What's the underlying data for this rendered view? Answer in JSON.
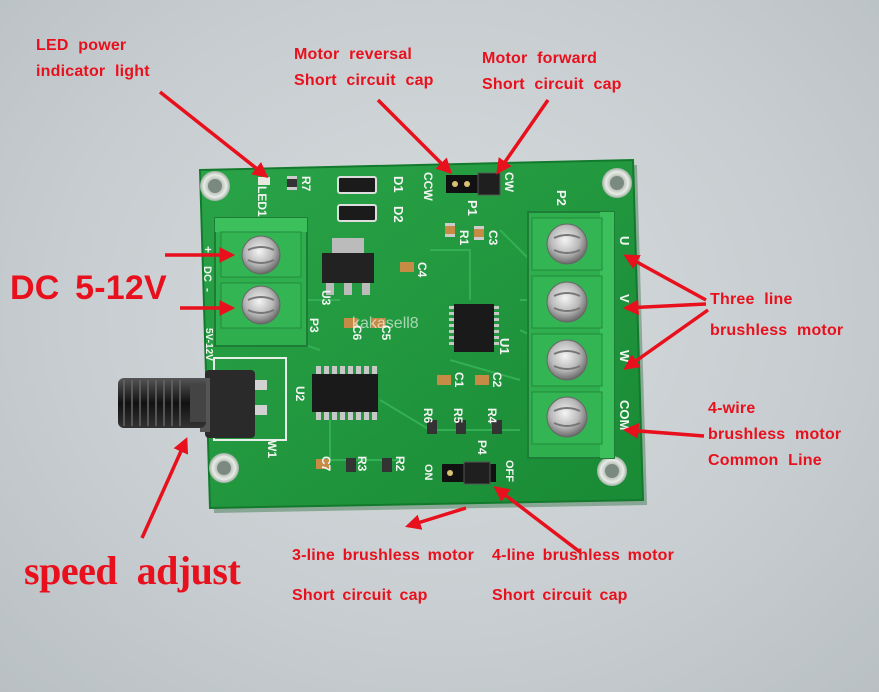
{
  "labels": {
    "led_power": [
      "LED power",
      "indicator light"
    ],
    "motor_reversal": [
      "Motor reversal",
      "Short circuit cap"
    ],
    "motor_forward": [
      "Motor forward",
      "Short circuit cap"
    ],
    "dc_voltage": "DC 5-12V",
    "three_line": [
      "Three line",
      "brushless motor"
    ],
    "four_wire": [
      "4-wire",
      "brushless motor",
      "Common Line"
    ],
    "speed_adjust": "speed adjust",
    "three_line_cap": [
      "3-line brushless motor",
      "Short circuit cap"
    ],
    "four_line_cap": [
      "4-line brushless motor",
      "Short circuit cap"
    ]
  },
  "silkscreen": {
    "led": "LED1",
    "r7": "R7",
    "d1": "D1",
    "d2": "D2",
    "ccw": "CCW",
    "cw": "CW",
    "p1": "P1",
    "p2": "P2",
    "r1": "R1",
    "c3": "C3",
    "c4": "C4",
    "u3": "U3",
    "c5": "C5",
    "c6": "C6",
    "u1": "U1",
    "c1": "C1",
    "c2": "C2",
    "p3": "P3",
    "dc": "DC",
    "plus": "+",
    "minus": "-",
    "volt": "5V-12V",
    "u2": "U2",
    "w1": "W1",
    "c7": "C7",
    "r3": "R3",
    "r2": "R2",
    "r4": "R4",
    "r5": "R5",
    "r6": "R6",
    "p4": "P4",
    "on": "ON",
    "off": "OFF",
    "u": "U",
    "v": "V",
    "w": "W",
    "com": "COM"
  },
  "watermark": "kakasell8",
  "colors": {
    "label_red": "#e8101c",
    "pcb_green": "#1f9a3c",
    "terminal_green": "#2fae4e"
  }
}
